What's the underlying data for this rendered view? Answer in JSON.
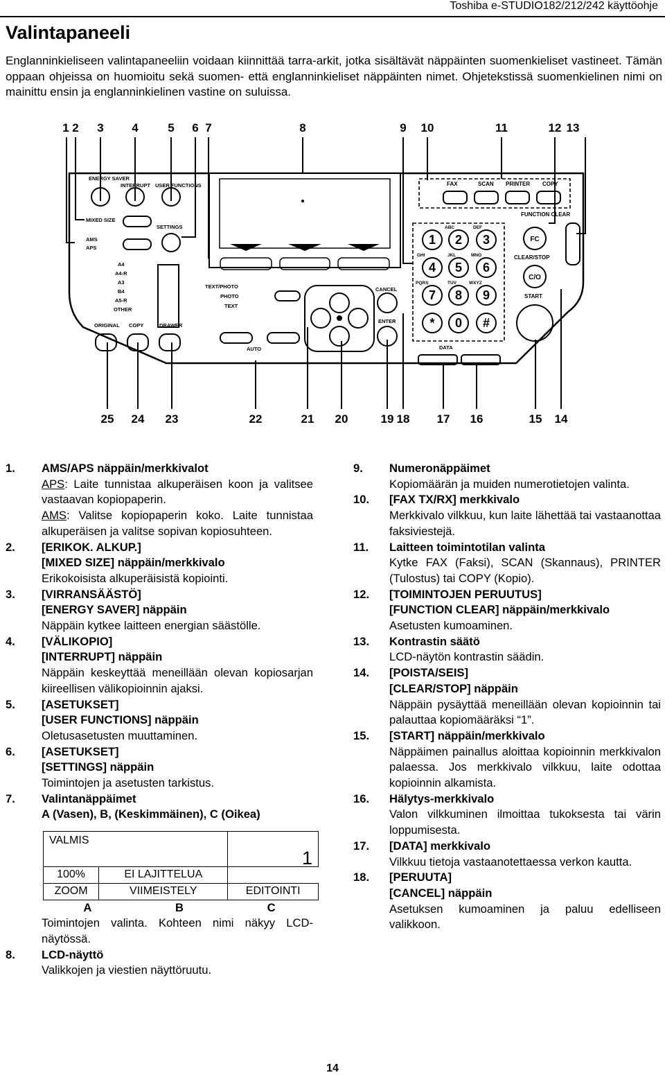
{
  "header": {
    "manual": "Toshiba e-STUDIO182/212/242 käyttöohje"
  },
  "title": "Valintapaneeli",
  "intro": "Englanninkieliseen valintapaneeliin voidaan kiinnittää tarra-arkit, jotka sisältävät näppäinten suomenkieliset vastineet. Tämän oppaan ohjeissa on huomioitu sekä suomen- että englanninkieliset näppäinten nimet. Ohjetekstissä suomenkielinen nimi on mainittu ensin ja englanninkielinen vastine on suluissa.",
  "diagram": {
    "callouts_top": [
      "1",
      "2",
      "3",
      "4",
      "5",
      "6",
      "7",
      "8",
      "9",
      "10",
      "11",
      "12",
      "13"
    ],
    "callouts_bottom": [
      "25",
      "24",
      "23",
      "22",
      "21",
      "20",
      "19",
      "18",
      "17",
      "16",
      "15",
      "14"
    ],
    "labels": {
      "energy_saver": "ENERGY SAVER",
      "interrupt": "INTERRUPT",
      "user_functions": "USER FUNCTIONS",
      "mixed_size": "MIXED SIZE",
      "settings": "SETTINGS",
      "ams": "AMS",
      "aps": "APS",
      "fax": "FAX",
      "scan": "SCAN",
      "printer": "PRINTER",
      "copy": "COPY",
      "function_clear": "FUNCTION CLEAR",
      "fc": "FC",
      "clear_stop": "CLEAR/STOP",
      "co": "C/O",
      "start": "START",
      "cancel": "CANCEL",
      "enter": "ENTER",
      "data": "DATA",
      "auto": "AUTO",
      "text_photo": "TEXT/PHOTO",
      "photo": "PHOTO",
      "text": "TEXT",
      "original": "ORIGINAL",
      "copy_small": "COPY",
      "drawer": "DRAWER",
      "paper_sizes": [
        "A4",
        "A4-R",
        "A3",
        "B4",
        "A5-R",
        "OTHER"
      ],
      "keys": [
        "1",
        "2",
        "3",
        "4",
        "5",
        "6",
        "7",
        "8",
        "9",
        "*",
        "0",
        "#"
      ],
      "key_letters": [
        "ABC",
        "DEF",
        "GHI",
        "JKL",
        "MNO",
        "PQRS",
        "TUV",
        "WXYZ"
      ]
    }
  },
  "items_left": [
    {
      "num": "1.",
      "title": "AMS/APS näppäin/merkkivalot",
      "aps_term": "APS",
      "aps_text": ": Laite tunnistaa alkuperäisen koon ja valitsee vastaavan kopiopaperin.",
      "ams_term": "AMS",
      "ams_text": ": Valitse kopiopaperin koko. Laite tunnistaa alkuperäisen ja valitse sopivan kopiosuhteen."
    },
    {
      "num": "2.",
      "title": "[ERIKOK. ALKUP.]",
      "title2": "[MIXED SIZE] näppäin/merkkivalo",
      "desc": "Erikokoisista alkuperäisistä kopiointi."
    },
    {
      "num": "3.",
      "title": "[VIRRANSÄÄSTÖ]",
      "title2": "[ENERGY SAVER] näppäin",
      "desc": "Näppäin kytkee laitteen energian säästölle."
    },
    {
      "num": "4.",
      "title": "[VÄLIKOPIO]",
      "title2": "[INTERRUPT] näppäin",
      "desc": "Näppäin keskeyttää meneillään olevan kopiosarjan kiireellisen välikopioinnin ajaksi."
    },
    {
      "num": "5.",
      "title": "[ASETUKSET]",
      "title2": "[USER FUNCTIONS] näppäin",
      "desc": "Oletusasetusten muuttaminen."
    },
    {
      "num": "6.",
      "title": "[ASETUKSET]",
      "title2": "[SETTINGS] näppäin",
      "desc": "Toimintojen ja asetusten tarkistus."
    },
    {
      "num": "7.",
      "title": "Valintanäppäimet",
      "title2": "A (Vasen), B, (Keskimmäinen), C (Oikea)"
    },
    {
      "num": "8.",
      "title": "LCD-näyttö",
      "desc": "Valikkojen ja viestien näyttöruutu."
    }
  ],
  "lcd_example": {
    "status": "VALMIS",
    "count": "1",
    "row1": [
      "100%",
      "EI LAJITTELUA"
    ],
    "row2": [
      "ZOOM",
      "VIIMEISTELY",
      "EDITOINTI"
    ],
    "abc": [
      "A",
      "B",
      "C"
    ],
    "desc": "Toimintojen valinta. Kohteen nimi näkyy LCD-näytössä."
  },
  "items_right": [
    {
      "num": "9.",
      "title": "Numeronäppäimet",
      "desc": "Kopiomäärän ja muiden numerotietojen valinta."
    },
    {
      "num": "10.",
      "title": "[FAX TX/RX] merkkivalo",
      "desc": "Merkkivalo vilkkuu, kun laite lähettää tai vastaanottaa faksiviestejä."
    },
    {
      "num": "11.",
      "title": "Laitteen toimintotilan valinta",
      "desc": "Kytke FAX (Faksi), SCAN (Skannaus), PRINTER (Tulostus) tai COPY (Kopio)."
    },
    {
      "num": "12.",
      "title": "[TOIMINTOJEN PERUUTUS]",
      "title2": "[FUNCTION CLEAR] näppäin/merkkivalo",
      "desc": "Asetusten kumoaminen."
    },
    {
      "num": "13.",
      "title": "Kontrastin säätö",
      "desc": "LCD-näytön kontrastin säädin."
    },
    {
      "num": "14.",
      "title": "[POISTA/SEIS]",
      "title2": "[CLEAR/STOP] näppäin",
      "desc": "Näppäin pysäyttää meneillään olevan kopioinnin tai palauttaa kopiomääräksi “1”."
    },
    {
      "num": "15.",
      "title": "[START] näppäin/merkkivalo",
      "desc": "Näppäimen painallus aloittaa kopioinnin merkkivalon palaessa. Jos merkkivalo vilkkuu, laite odottaa kopioinnin alkamista."
    },
    {
      "num": "16.",
      "title": "Hälytys-merkkivalo",
      "desc": "Valon vilkkuminen ilmoittaa tukoksesta tai värin loppumisesta."
    },
    {
      "num": "17.",
      "title": "[DATA] merkkivalo",
      "desc": "Vilkkuu tietoja vastaanotettaessa verkon kautta."
    },
    {
      "num": "18.",
      "title": "[PERUUTA]",
      "title2": "[CANCEL] näppäin",
      "desc": "Asetuksen kumoaminen ja paluu edelliseen valikkoon."
    }
  ],
  "page_number": "14"
}
